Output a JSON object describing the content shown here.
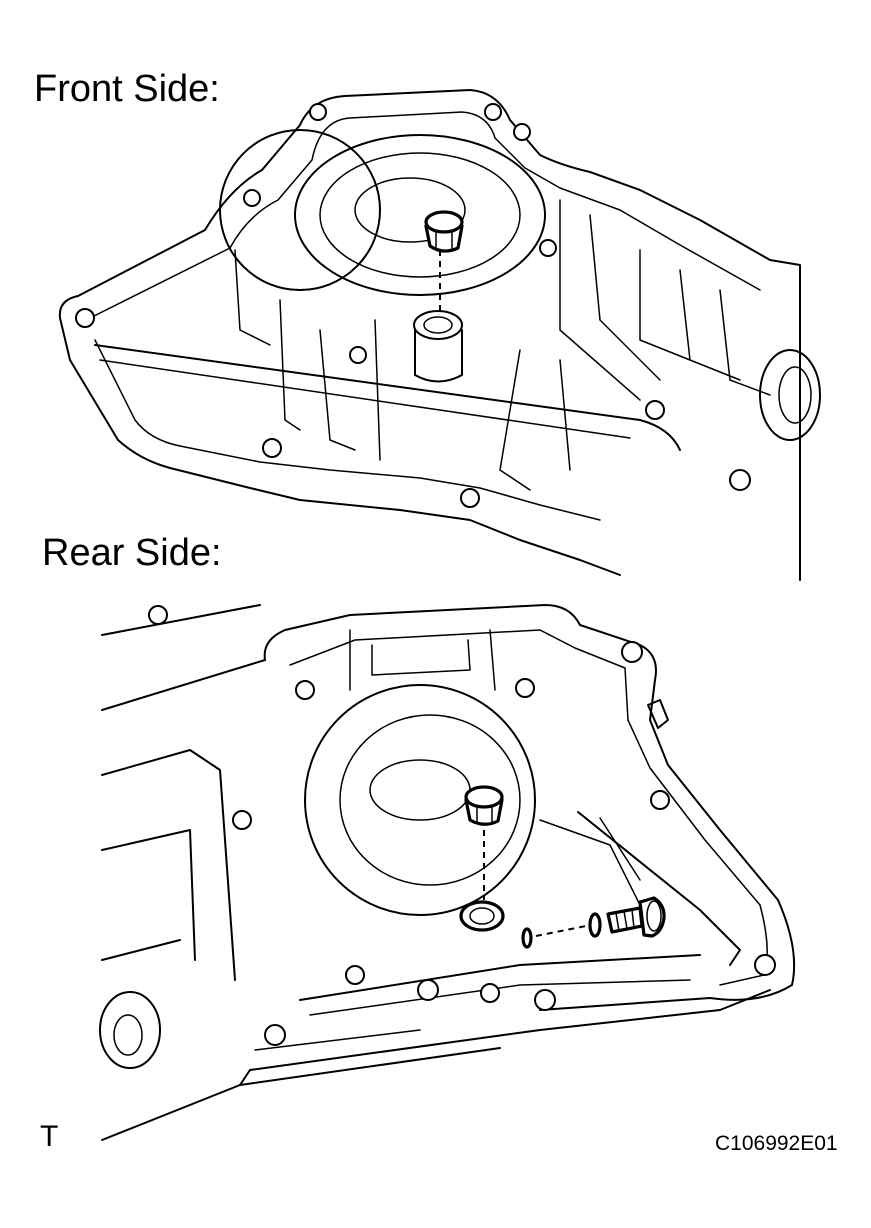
{
  "labels": {
    "front_side": "Front Side:",
    "rear_side": "Rear Side:",
    "corner_mark": "T",
    "figure_code": "C106992E01"
  }
}
